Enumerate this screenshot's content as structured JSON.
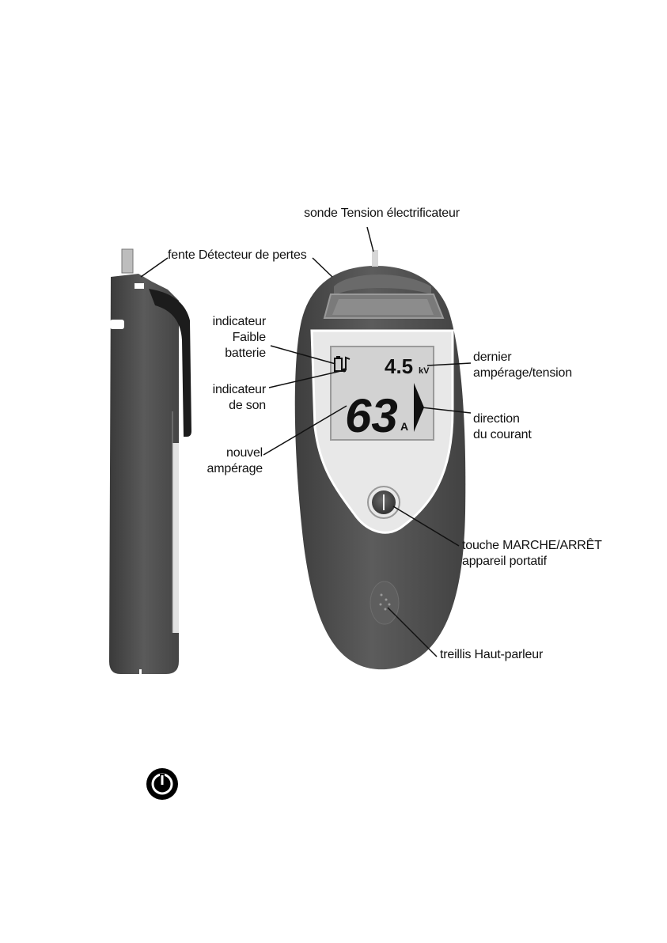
{
  "labels": {
    "probe": "sonde Tension électrificateur",
    "slot": "fente Détecteur de pertes",
    "battery": [
      "indicateur",
      "Faible",
      "batterie"
    ],
    "sound": [
      "indicateur",
      "de son"
    ],
    "new_current": [
      "nouvel",
      "ampérage"
    ],
    "last_value": [
      "dernier",
      "ampérage/tension"
    ],
    "direction": [
      "direction",
      "du courant"
    ],
    "onoff": [
      "touche MARCHE/ARRÊT",
      "appareil portatif"
    ],
    "speaker": "treillis Haut-parleur"
  },
  "display": {
    "last_reading": "4.5",
    "last_unit": "kV",
    "current_reading": "63",
    "current_unit": "A"
  },
  "colors": {
    "body_dark": "#4a4a4a",
    "face_light": "#e9e9e9",
    "lcd_bg": "#cfcfcf"
  },
  "icons": [
    "battery-low-icon",
    "sound-note-icon",
    "direction-arrow-icon",
    "power-icon"
  ]
}
